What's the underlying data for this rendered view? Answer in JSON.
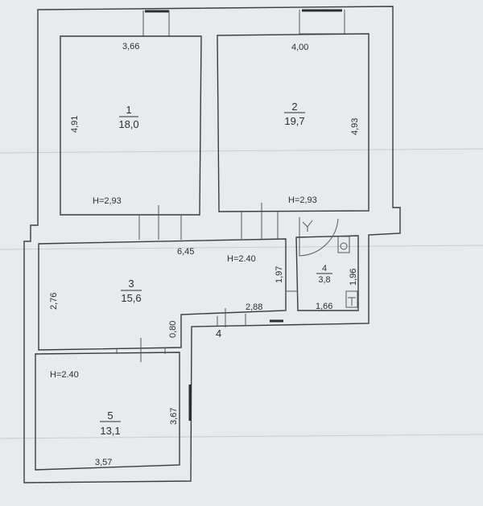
{
  "plan": {
    "rooms": [
      {
        "number": "1",
        "area": "18,0",
        "width": "3,66",
        "length": "4,91",
        "height": "H=2,93"
      },
      {
        "number": "2",
        "area": "19,7",
        "width": "4,00",
        "length": "4,93",
        "height": "H=2,93"
      },
      {
        "number": "3",
        "area": "15,6",
        "width": "6,45",
        "length": "2,76",
        "height": "H=2.40",
        "extra_dims": [
          "1,97",
          "2,88",
          "0,80"
        ]
      },
      {
        "number": "4",
        "area": "3,8",
        "width": "1,66",
        "length": "1,96"
      },
      {
        "number": "5",
        "area": "13,1",
        "width": "3,57",
        "length": "3,67",
        "height": "H=2.40"
      }
    ],
    "entrance_mark": "4"
  }
}
